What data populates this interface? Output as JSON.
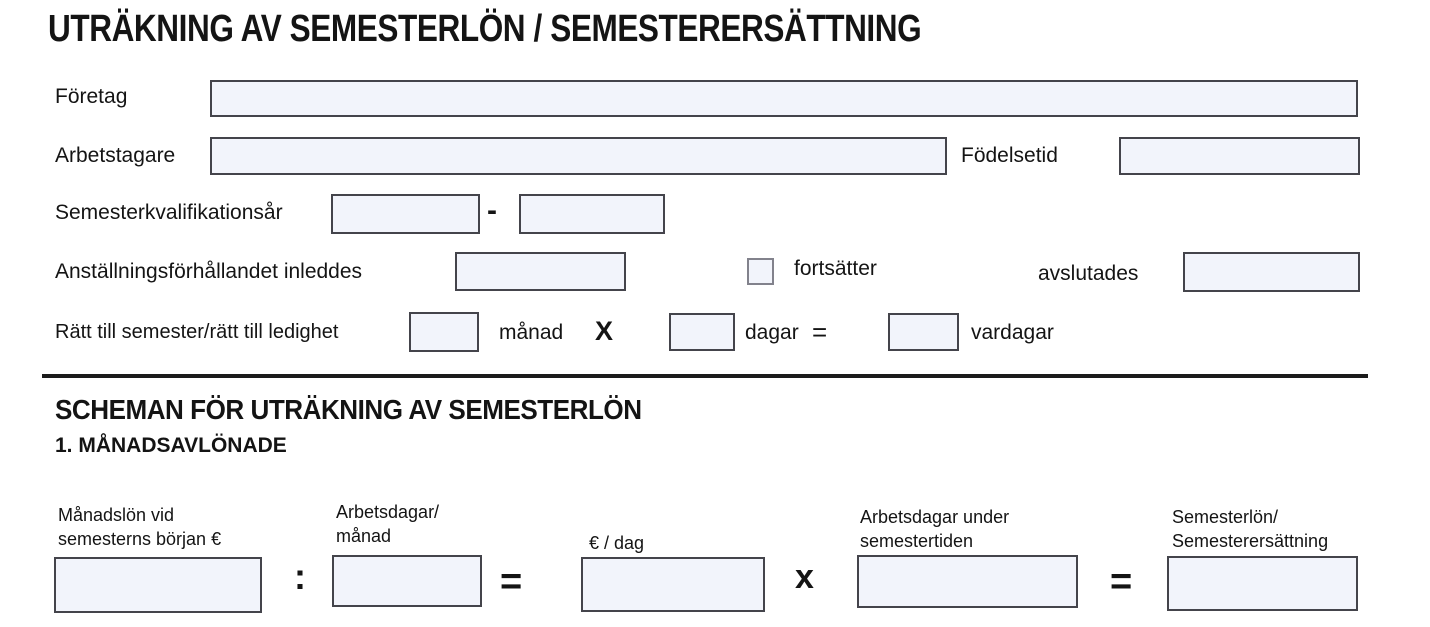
{
  "colors": {
    "field_fill": "#f2f4fb",
    "field_border": "#44444b",
    "text": "#141414"
  },
  "header": {
    "title": "UTRÄKNING AV SEMESTERLÖN / SEMESTERERSÄTTNING"
  },
  "form": {
    "foretag": {
      "label": "Företag",
      "value": ""
    },
    "arbetstagare": {
      "label": "Arbetstagare",
      "value": ""
    },
    "fodelsetid": {
      "label": "Födelsetid",
      "value": ""
    },
    "kvalifikationsar": {
      "label": "Semesterkvalifikationsår",
      "separator": "-",
      "from_value": "",
      "to_value": ""
    },
    "anstallning": {
      "label": "Anställningsförhållandet inleddes",
      "inleddes_value": "",
      "fortsatter_label": "fortsätter",
      "fortsatter_checked": false,
      "avslutades_label": "avslutades",
      "avslutades_value": ""
    },
    "ratt": {
      "label": "Rätt till semester/rätt till ledighet",
      "manader_value": "",
      "manad_label": "månad",
      "multiply_sign": "X",
      "dagar_value": "",
      "dagar_label": "dagar",
      "equals_sign": "=",
      "vardagar_value": "",
      "vardagar_label": "vardagar"
    }
  },
  "scheman": {
    "heading": "SCHEMAN FÖR UTRÄKNING AV SEMESTERLÖN",
    "subheading": "1. MÅNADSAVLÖNADE",
    "calc": {
      "manadslon": {
        "label_line1": "Månadslön vid",
        "label_line2": "semesterns början €",
        "value": ""
      },
      "op_divide": ":",
      "arbetsdagar_manad": {
        "label_line1": "Arbetsdagar/",
        "label_line2": "månad",
        "value": ""
      },
      "op_equals1": "=",
      "euro_per_dag": {
        "label": "€ / dag",
        "value": ""
      },
      "op_multiply": "x",
      "arbetsdagar_semester": {
        "label_line1": "Arbetsdagar under",
        "label_line2": "semestertiden",
        "value": ""
      },
      "op_equals2": "=",
      "semesterlon": {
        "label_line1": "Semesterlön/",
        "label_line2": "Semesterersättning",
        "value": ""
      }
    }
  }
}
